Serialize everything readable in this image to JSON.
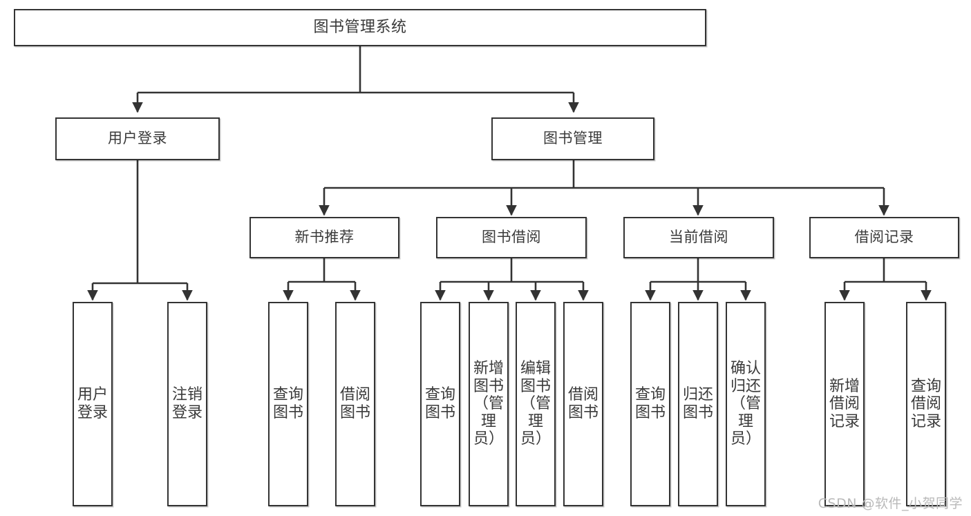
{
  "diagram": {
    "title": "图书管理系统",
    "type": "tree-hierarchy-diagram",
    "watermark": "CSDN @软件_小贺同学",
    "colors": {
      "box_border": "#333333",
      "box_fill": "#ffffff",
      "edge": "#333333",
      "text": "#3a3a3a",
      "watermark": "#b9b9b9",
      "background": "#ffffff"
    },
    "root": {
      "label": "图书管理系统"
    },
    "level2": [
      {
        "label": "用户登录"
      },
      {
        "label": "图书管理"
      }
    ],
    "level3": [
      {
        "label": "新书推荐"
      },
      {
        "label": "图书借阅"
      },
      {
        "label": "当前借阅"
      },
      {
        "label": "借阅记录"
      }
    ],
    "leaves": {
      "user_login": [
        {
          "label": "用户登录"
        },
        {
          "label": "注销登录"
        }
      ],
      "new_book_recommend": [
        {
          "label": "查询图书"
        },
        {
          "label": "借阅图书"
        }
      ],
      "book_borrow": [
        {
          "label": "查询图书"
        },
        {
          "label": "新增图书（管理员）"
        },
        {
          "label": "编辑图书（管理员）"
        },
        {
          "label": "借阅图书"
        }
      ],
      "current_borrow": [
        {
          "label": "查询图书"
        },
        {
          "label": "归还图书"
        },
        {
          "label": "确认归还（管理员）"
        }
      ],
      "borrow_record": [
        {
          "label": "新增借阅记录"
        },
        {
          "label": "查询借阅记录"
        }
      ]
    }
  }
}
